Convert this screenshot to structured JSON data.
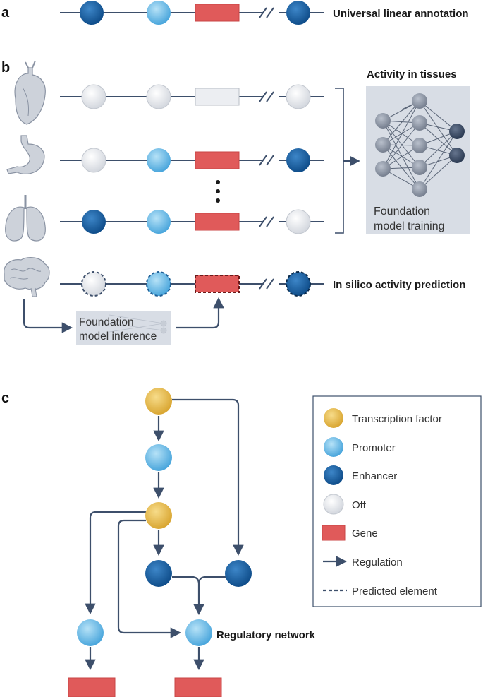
{
  "panels": {
    "a": {
      "letter": "a",
      "title": "Universal linear annotation"
    },
    "b": {
      "letter": "b",
      "title": "Activity in tissues",
      "training_label_line1": "Foundation",
      "training_label_line2": "model training",
      "inference_label_line1": "Foundation",
      "inference_label_line2": "model inference",
      "prediction_label": "In silico activity prediction",
      "tissues": [
        "heart",
        "stomach",
        "lung",
        "brain"
      ]
    },
    "c": {
      "letter": "c",
      "network_label": "Regulatory network"
    }
  },
  "legend": {
    "items": [
      {
        "label": "Transcription factor",
        "icon": "transcription-factor-icon"
      },
      {
        "label": "Promoter",
        "icon": "promoter-icon"
      },
      {
        "label": "Enhancer",
        "icon": "enhancer-icon"
      },
      {
        "label": "Off",
        "icon": "off-icon"
      },
      {
        "label": "Gene",
        "icon": "gene-icon"
      },
      {
        "label": "Regulation",
        "icon": "regulation-arrow-icon"
      },
      {
        "label": "Predicted element",
        "icon": "predicted-element-icon"
      }
    ]
  },
  "colors": {
    "transcription_factor": "#e8b84a",
    "promoter": "#6cbde8",
    "enhancer": "#1a64a8",
    "off": "#e8eaee",
    "gene": "#e05a5a",
    "line": "#3d4f6b",
    "panel_bg": "#d8dde5",
    "network_node": "#8a93a3",
    "network_node_dark": "#3d4f6b"
  }
}
